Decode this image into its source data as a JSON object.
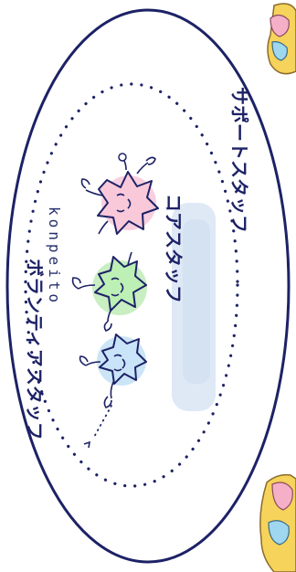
{
  "diagram": {
    "labels": {
      "support_staff": "サポートスタッフ",
      "core_staff": "コアスタッフ",
      "volunteer_staff": "ボランティアスタッフ",
      "group_name": "konpeito"
    },
    "colors": {
      "ink": "#1d2266",
      "pink": "#f3a7c4",
      "green": "#9be08f",
      "blue": "#a9d3f2",
      "wash": "#bcd3ee"
    }
  }
}
